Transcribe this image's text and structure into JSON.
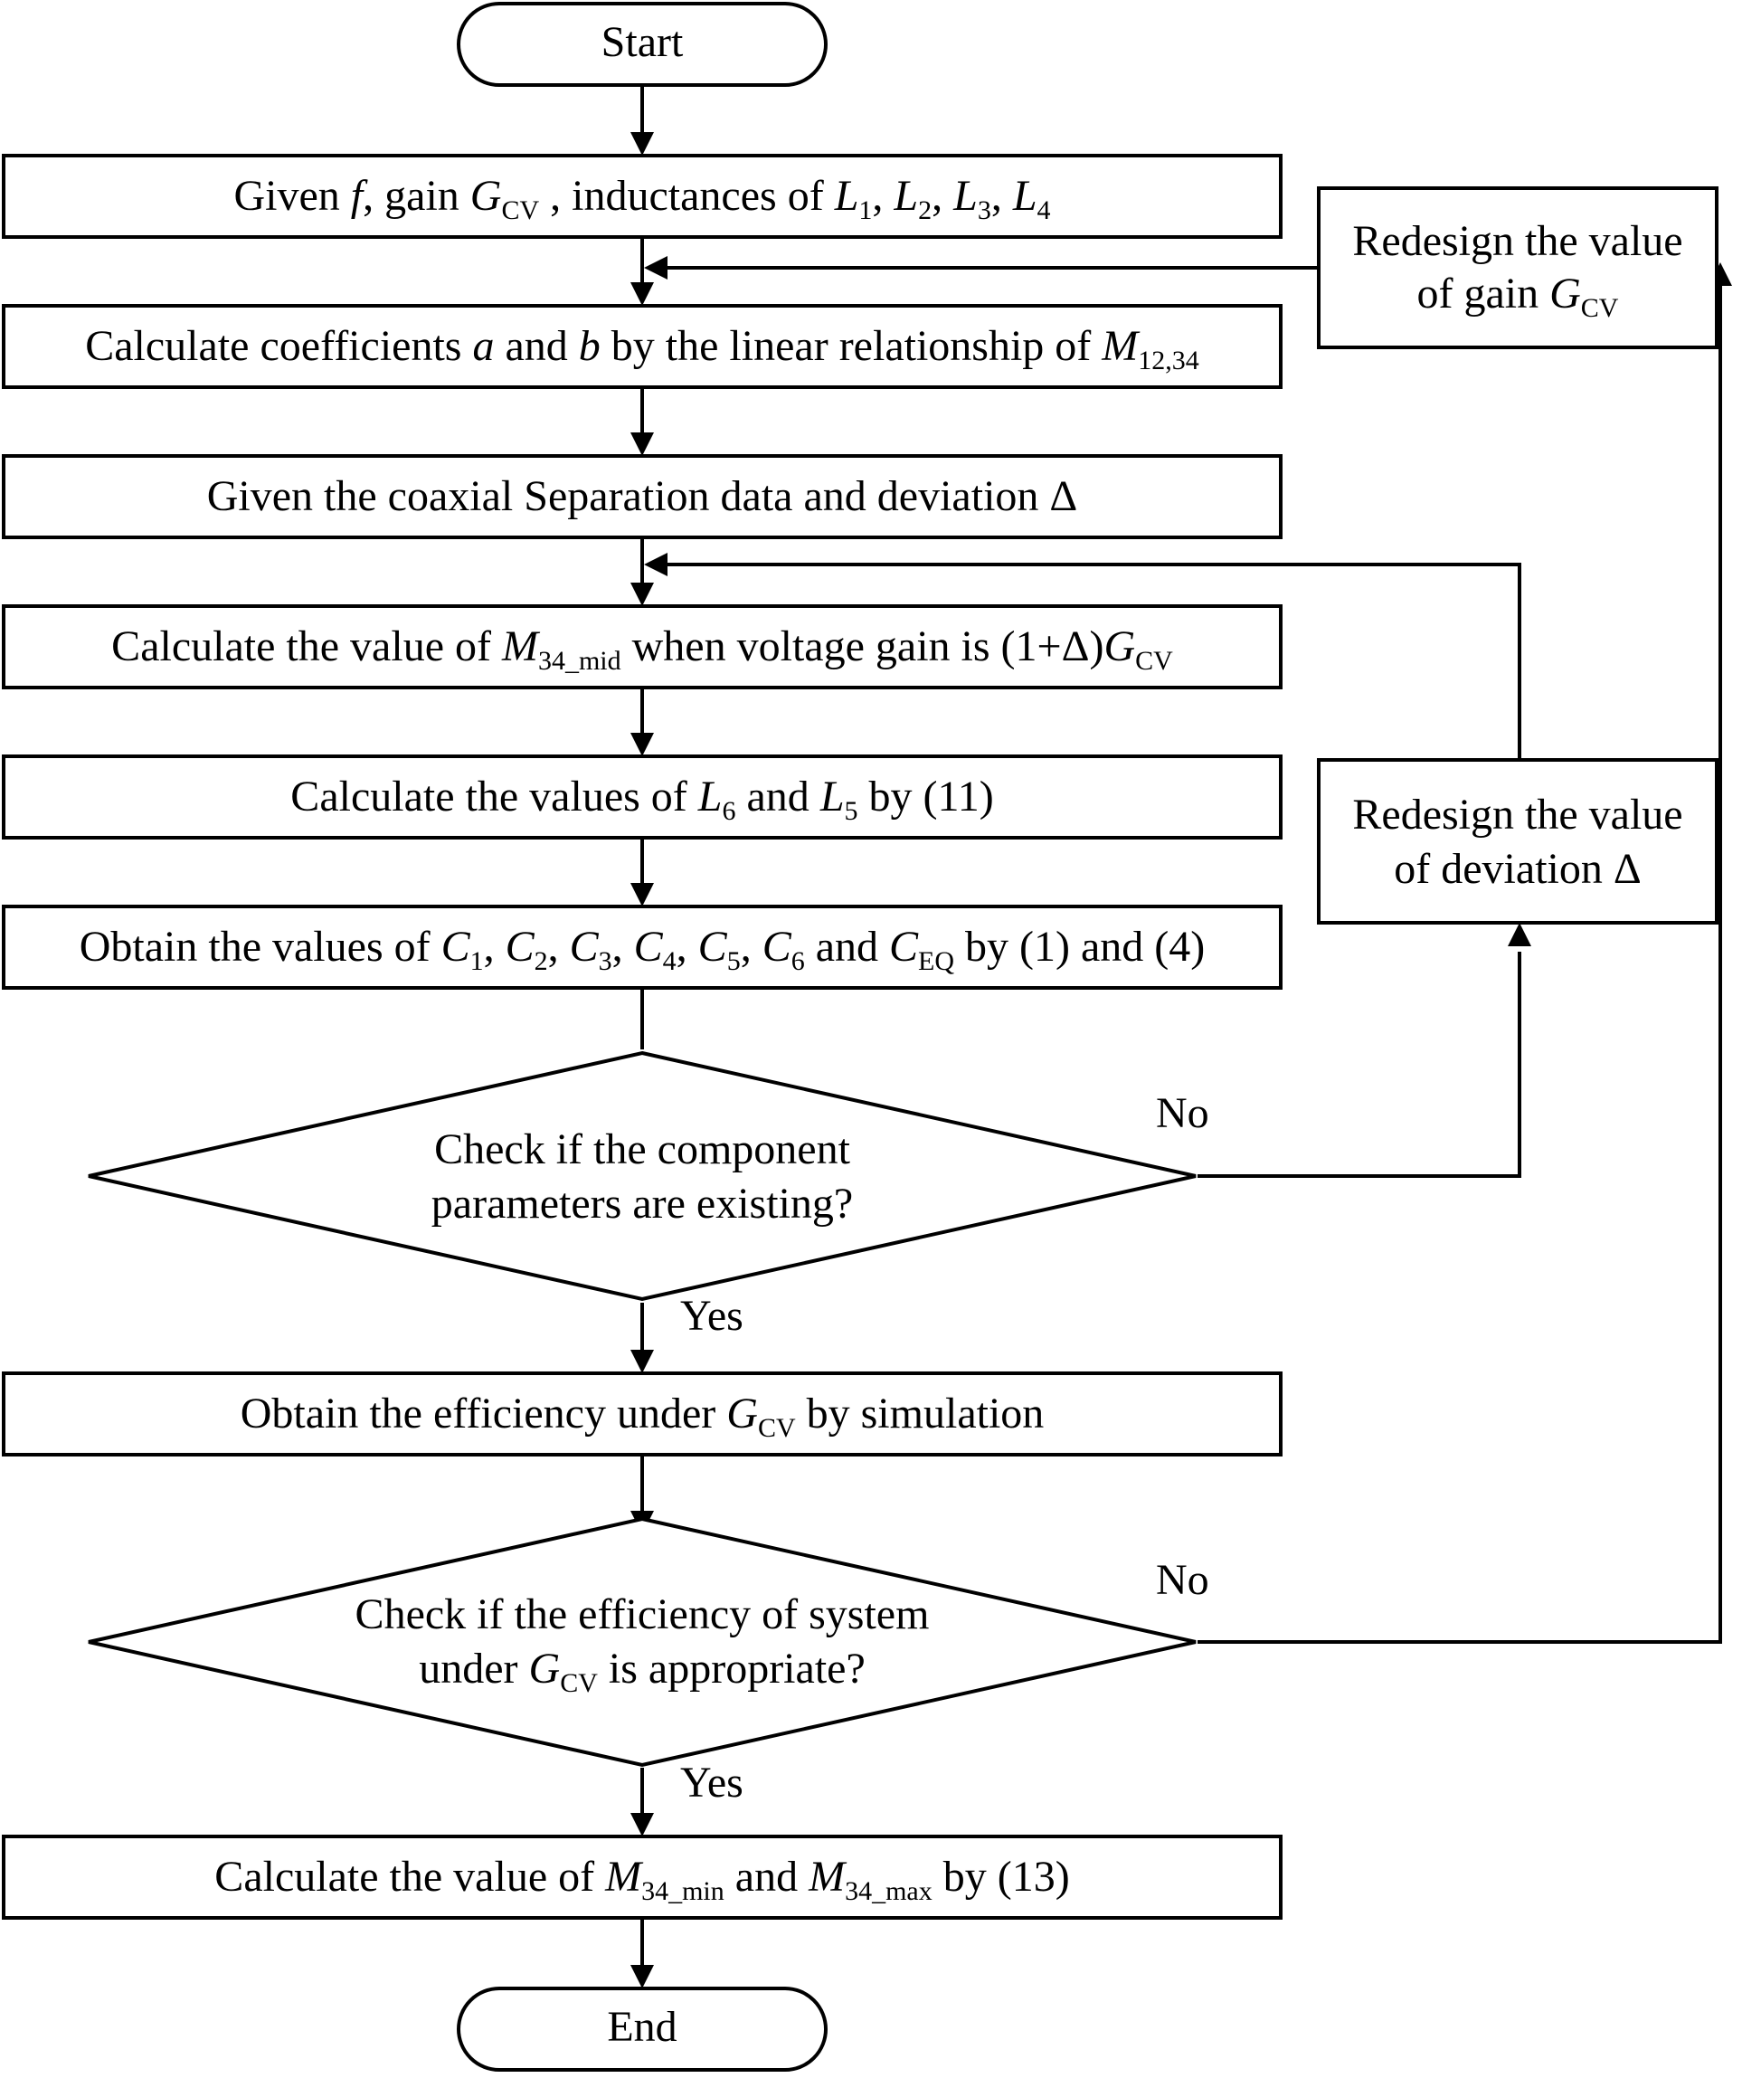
{
  "start": {
    "label": "Start"
  },
  "steps": {
    "given": {
      "t1": "Given ",
      "f": "f",
      "t2": ", gain ",
      "G": "G",
      "G_sub": "CV",
      "t3": " , inductances of ",
      "L1": "L",
      "L1_sub": "1",
      "c1": ", ",
      "L2": "L",
      "L2_sub": "2",
      "c2": ", ",
      "L3": "L",
      "L3_sub": "3",
      "c3": ", ",
      "L4": "L",
      "L4_sub": "4"
    },
    "coeff": {
      "t1": "Calculate coefficients ",
      "a": "a",
      "t2": " and ",
      "b": "b",
      "t3": " by the linear relationship of ",
      "M": "M",
      "M_sub": "12,34"
    },
    "coaxial": {
      "text": "Given the coaxial Separation data and deviation Δ"
    },
    "mid": {
      "t1": "Calculate the value of ",
      "M": "M",
      "M_sub": "34_mid",
      "t2": " when voltage gain is (1+Δ)",
      "G": "G",
      "G_sub": "CV"
    },
    "l6l5": {
      "t1": "Calculate the values of ",
      "L6": "L",
      "L6_sub": "6",
      "t2": " and ",
      "L5": "L",
      "L5_sub": "5",
      "t3": " by (11)"
    },
    "caps": {
      "t1": "Obtain the values of ",
      "C1": "C",
      "C1_sub": "1",
      "c1": ", ",
      "C2": "C",
      "C2_sub": "2",
      "c2": ", ",
      "C3": "C",
      "C3_sub": "3",
      "c3": ", ",
      "C4": "C",
      "C4_sub": "4",
      "c4": ", ",
      "C5": "C",
      "C5_sub": "5",
      "c5": ", ",
      "C6": "C",
      "C6_sub": "6",
      "t2": " and ",
      "CEQ": "C",
      "CEQ_sub": "EQ",
      "t3": " by (1) and (4)"
    },
    "efficiency": {
      "t1": "Obtain the efficiency under ",
      "G": "G",
      "G_sub": "CV",
      "t2": " by simulation"
    },
    "final": {
      "t1": "Calculate the value of  ",
      "Mmin": "M",
      "Mmin_sub": "34_min",
      "t2": " and ",
      "Mmax": "M",
      "Mmax_sub": "34_max",
      "t3": " by (13)"
    }
  },
  "decisions": {
    "components": {
      "line1": "Check if the component",
      "line2": "parameters are existing?"
    },
    "eff": {
      "line1": "Check if the efficiency of system",
      "line2_t1": "under ",
      "line2_G": "G",
      "line2_sub": "CV",
      "line2_t2": " is  appropriate?"
    }
  },
  "side": {
    "redesign_gain": {
      "line1": "Redesign the value",
      "line2_t1": "of gain ",
      "line2_G": "G",
      "line2_sub": "CV"
    },
    "redesign_dev": {
      "line1": "Redesign the value",
      "line2": "of deviation Δ"
    }
  },
  "labels": {
    "no": "No",
    "yes": "Yes"
  },
  "end": {
    "label": "End"
  }
}
